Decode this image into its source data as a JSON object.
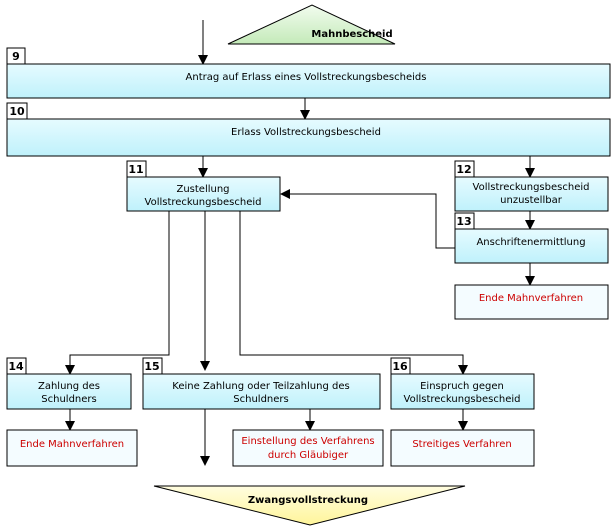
{
  "colors": {
    "box_fill_top": "#e6fbff",
    "box_fill_bottom": "#bff1fb",
    "end_fill": "#f4fcff",
    "red_text": "#cc0000",
    "start_triangle": "#cdeec6",
    "end_triangle": "#fffac0"
  },
  "start": {
    "label": "Mahnbescheid"
  },
  "end": {
    "label": "Zwangsvollstreckung"
  },
  "steps": {
    "s9": {
      "num": "9",
      "lines": [
        "Antrag auf Erlass eines Vollstreckungsbescheids"
      ]
    },
    "s10": {
      "num": "10",
      "lines": [
        "Erlass  Vollstreckungsbescheid"
      ]
    },
    "s11": {
      "num": "11",
      "lines": [
        "Zustellung",
        "Vollstreckungsbescheid"
      ]
    },
    "s12": {
      "num": "12",
      "lines": [
        "Vollstreckungsbescheid",
        "unzustellbar"
      ]
    },
    "s13": {
      "num": "13",
      "lines": [
        "Anschriftenermittlung"
      ]
    },
    "s14": {
      "num": "14",
      "lines": [
        "Zahlung des",
        "Schuldners"
      ]
    },
    "s15": {
      "num": "15",
      "lines": [
        "Keine Zahlung oder Teilzahlung des",
        "Schuldners"
      ]
    },
    "s16": {
      "num": "16",
      "lines": [
        "Einspruch gegen",
        "Vollstreckungsbescheid"
      ]
    }
  },
  "outcomes": {
    "end13": {
      "lines": [
        "Ende Mahnverfahren"
      ]
    },
    "end14": {
      "lines": [
        "Ende Mahnverfahren"
      ]
    },
    "end15": {
      "lines": [
        "Einstellung des Verfahrens",
        "durch Gläubiger"
      ]
    },
    "end16": {
      "lines": [
        "Streitiges Verfahren"
      ]
    }
  }
}
